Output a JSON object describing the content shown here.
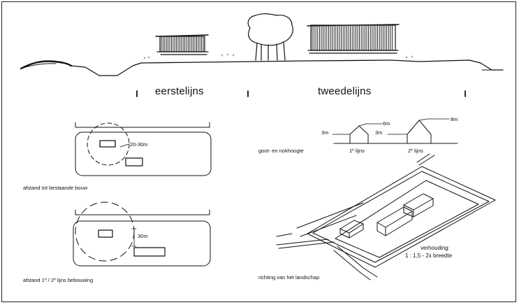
{
  "section": {
    "zone1": "eerstelijns",
    "zone2": "tweedelijns"
  },
  "plan1": {
    "distance": "20-30m",
    "caption": "afstand tot bestaande bouw"
  },
  "plan2": {
    "distance": "30m",
    "caption": "afstand 1º / 2º lijns bebouwing"
  },
  "heights": {
    "caption": "goot- en nokhoogte",
    "h1_eave": "3m",
    "h1_ridge": "6m",
    "h2_eave": "3m",
    "h2_ridge": "8m",
    "row1": "1º lijns",
    "row2": "2º lijns"
  },
  "iso": {
    "ratio_title": "verhouding:",
    "ratio_value": "1 : 1,5 - 2x breedte",
    "caption": "richting van het landschap"
  }
}
